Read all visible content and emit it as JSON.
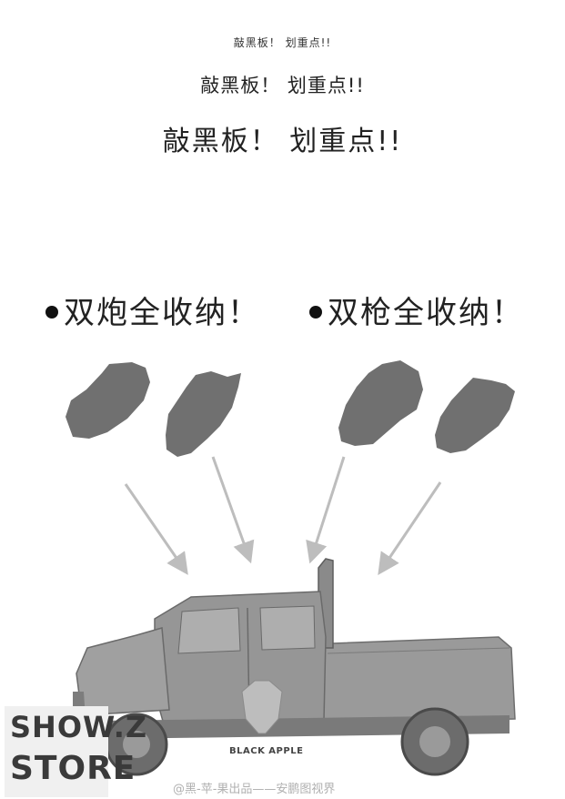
{
  "headings": [
    "敲黑板！ 划重点!!",
    "敲黑板！ 划重点!!",
    "敲黑板！ 划重点!!"
  ],
  "features": {
    "left": "双炮全收纳！",
    "right": "双枪全收纳！"
  },
  "logo": {
    "line1": "SHOW.Z",
    "line2": "STORE"
  },
  "stamp": "BLACK APPLE",
  "credit": "@黑-苹-果出品——安鹏图视界",
  "colors": {
    "silhouette": "#707070",
    "arrow": "#bdbdbd",
    "truck": "#8f8f8f"
  }
}
